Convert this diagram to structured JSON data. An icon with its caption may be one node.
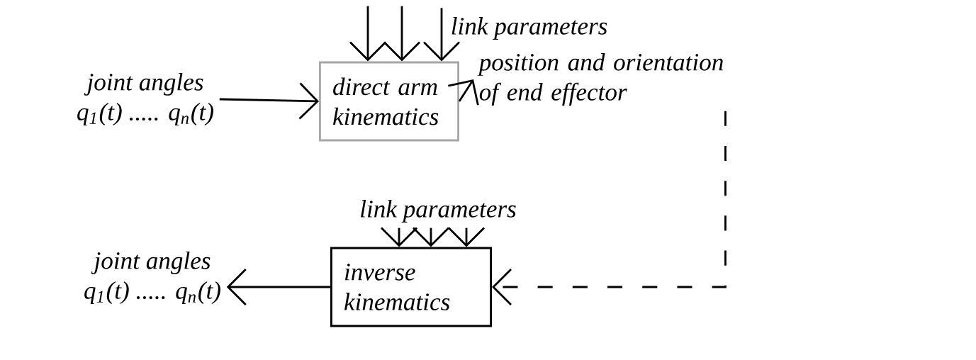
{
  "diagram": {
    "nodes": [
      {
        "text": [
          "joint angles",
          "q$_{1}$(t) ..... q$_{n}$(t)"
        ]
      },
      {
        "text": [
          "direct arm kinematics"
        ]
      },
      {
        "text": [
          "position and orientation of end effector"
        ]
      },
      {
        "text": [
          "link parameters"
        ]
      },
      {
        "text": [
          "link parameters"
        ]
      },
      {
        "text": [
          "inverse kinematics"
        ]
      },
      {
        "text": [
          "joint angles",
          "q$_{1}$(t) ..... q$_{n}$(t)"
        ]
      }
    ],
    "edges": [
      {
        "from": 0,
        "to": 1,
        "arrow": "to"
      },
      {
        "from": 1,
        "to": 2,
        "arrow": "to"
      },
      {
        "from": null,
        "to": 1,
        "arrow": "to"
      },
      {
        "from": null,
        "to": 1,
        "arrow": "to"
      },
      {
        "from": 3,
        "to": 1,
        "arrow": "to"
      },
      {
        "from": 2,
        "to": 5,
        "arrow": "to",
        "style": "dashed"
      },
      {
        "from": 4,
        "to": 5,
        "arrow": "to"
      },
      {
        "from": 4,
        "to": 5,
        "arrow": "to"
      },
      {
        "from": 4,
        "to": 5,
        "arrow": "to"
      },
      {
        "from": 5,
        "to": 6,
        "arrow": "to"
      }
    ]
  }
}
